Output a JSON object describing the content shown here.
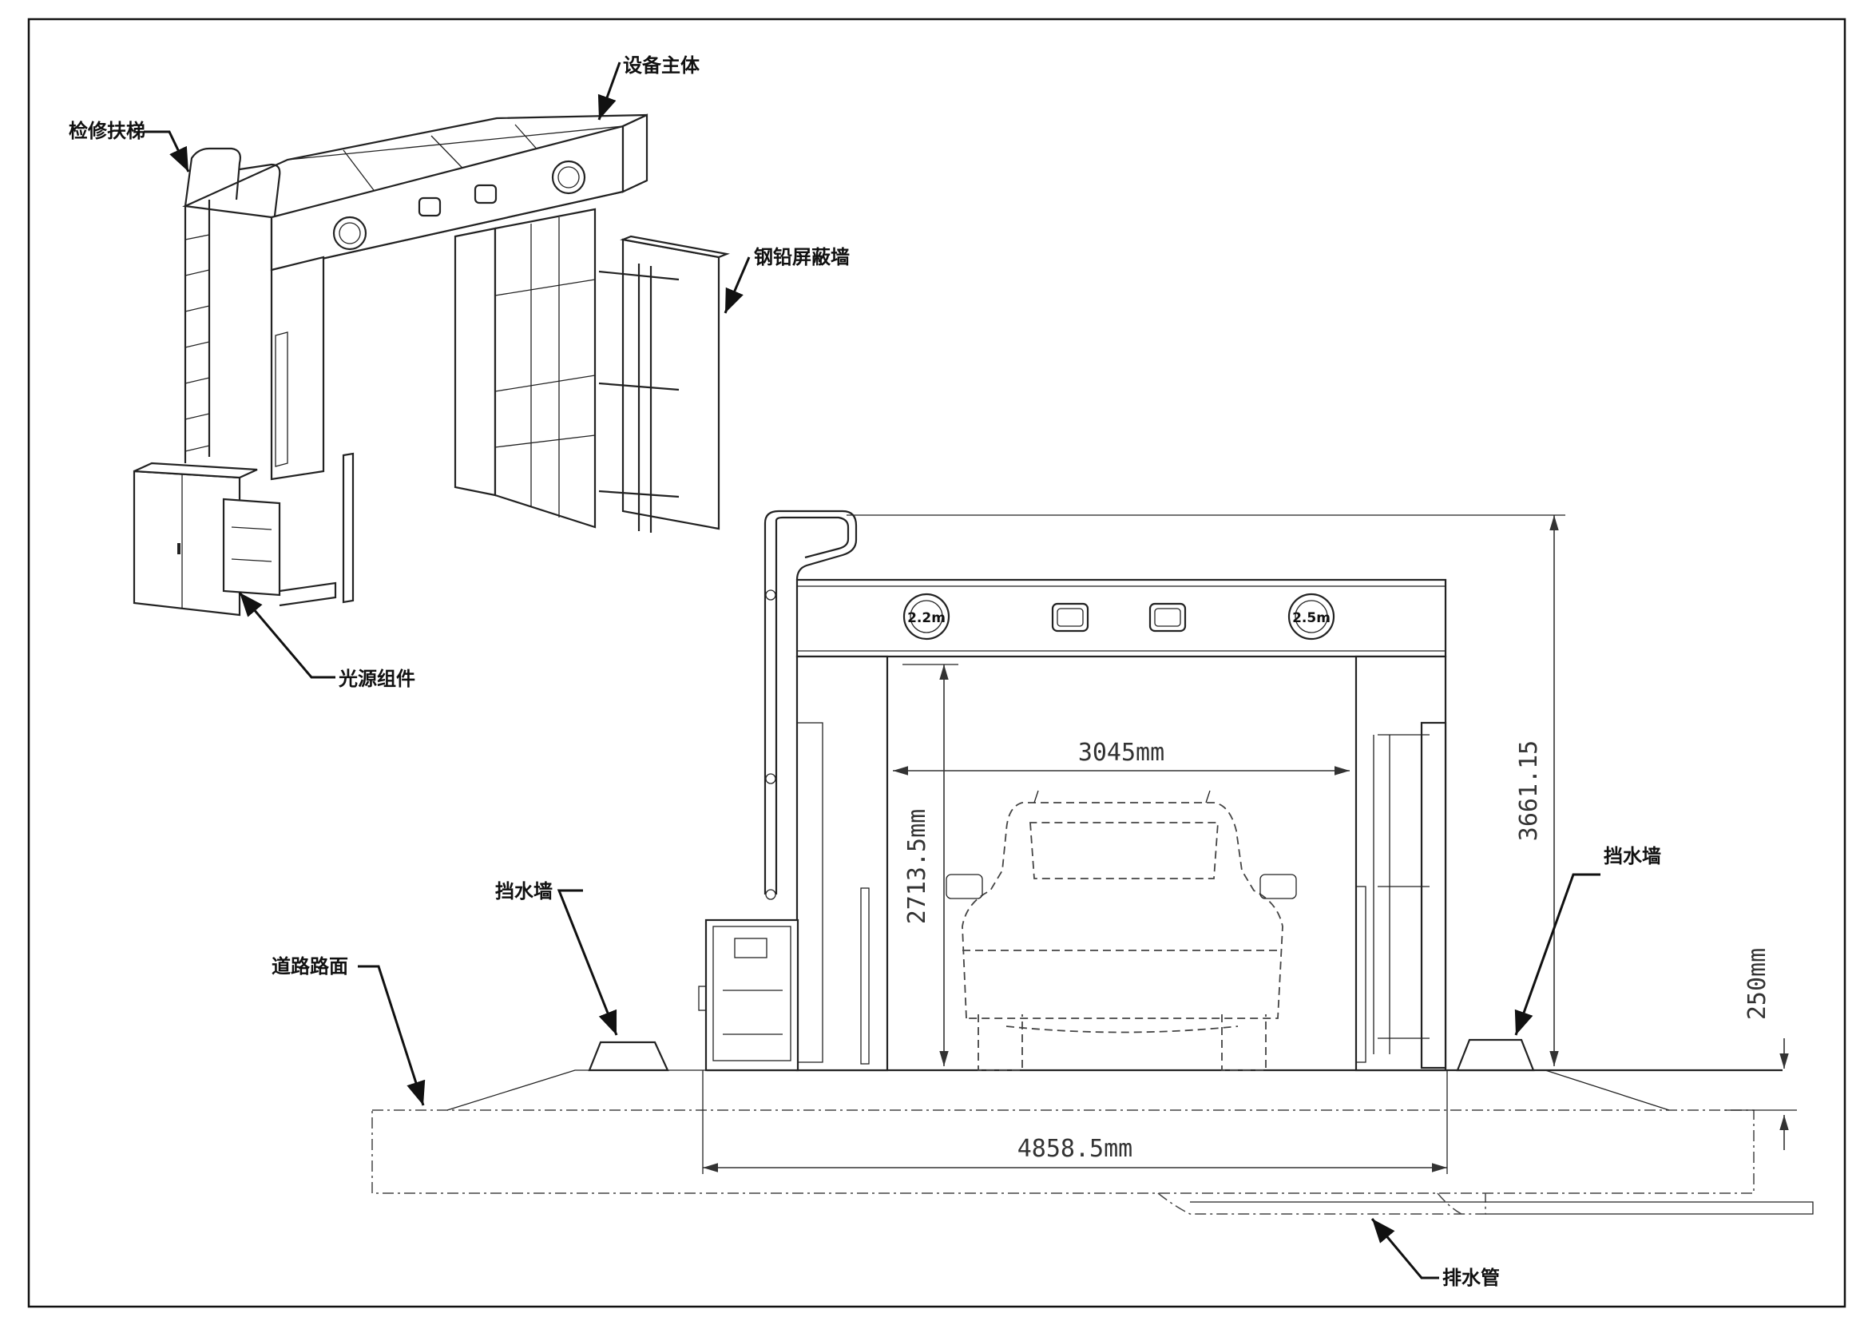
{
  "labels": {
    "main_body": "设备主体",
    "ladder": "检修扶梯",
    "shield_wall": "钢铅屏蔽墙",
    "light_source": "光源组件",
    "road_surface": "道路路面",
    "water_wall_left": "挡水墙",
    "water_wall_right": "挡水墙",
    "drain_pipe": "排水管"
  },
  "gantry_signs": {
    "left": "2.2m",
    "right": "2.5m"
  },
  "dimensions": {
    "inner_width": "3045mm",
    "inner_height": "2713.5mm",
    "total_height": "3661.15",
    "wall_height": "250mm",
    "total_width": "4858.5mm"
  }
}
